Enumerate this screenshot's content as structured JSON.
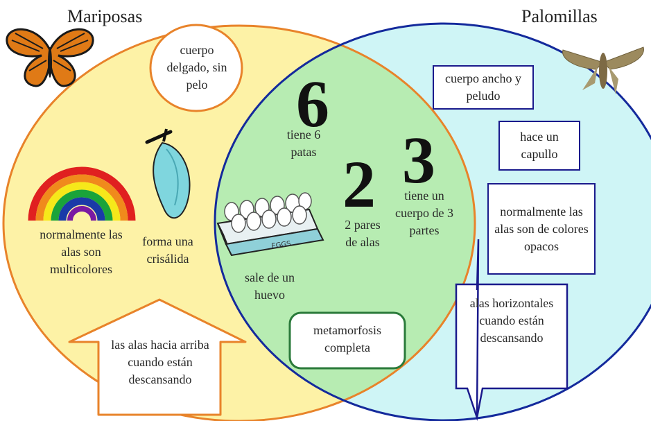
{
  "titles": {
    "left": "Mariposas",
    "right": "Palomillas"
  },
  "butterflies": {
    "notes": {
      "body": "cuerpo delgado, sin pelo",
      "wings_colors": "normalmente las alas son multicolores",
      "chrysalis": "forma una crisálida",
      "wings_rest": "las alas hacia arriba cuando están descansando"
    }
  },
  "shared": {
    "six": "6",
    "six_text": "tiene 6 patas",
    "two": "2",
    "two_text": "2 pares de alas",
    "three": "3",
    "three_text": "tiene un cuerpo de 3 partes",
    "egg": "sale de un huevo",
    "egg_carton_label": "EGGS",
    "metamorphosis": "metamorfosis completa"
  },
  "moths": {
    "notes": {
      "body": "cuerpo ancho y peludo",
      "cocoon": "hace un capullo",
      "wings_colors": "normalmente las alas son de colores opacos",
      "wings_rest": "alas horizontales cuando están descansando"
    }
  },
  "colors": {
    "left_fill": "#fdf2a6",
    "left_stroke": "#e8832a",
    "right_fill": "#cff5f6",
    "right_stroke": "#142a9c",
    "overlap_fill": "#b7ecb2",
    "box_border": "#1a1a8c"
  }
}
